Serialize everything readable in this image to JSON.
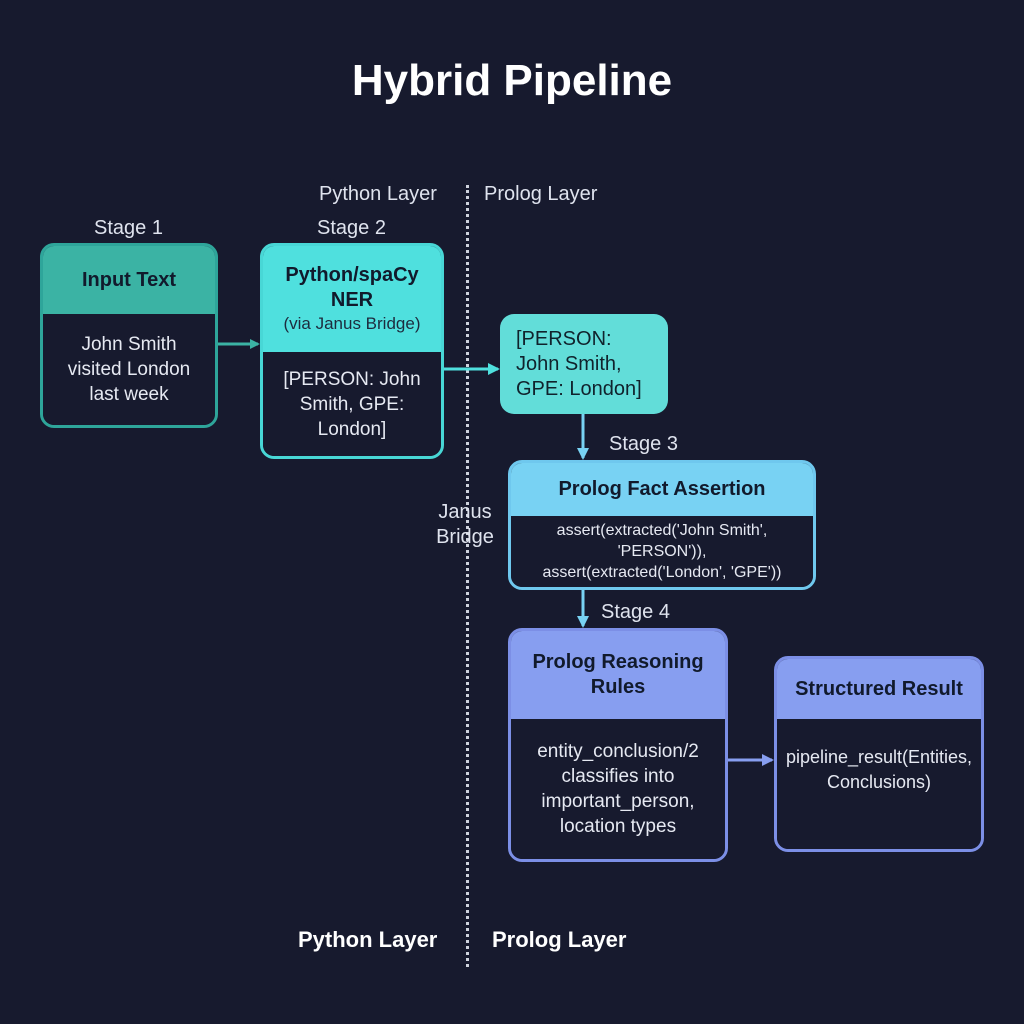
{
  "title": "Hybrid Pipeline",
  "top_labels": {
    "python_layer": "Python Layer",
    "prolog_layer": "Prolog Layer"
  },
  "bottom_labels": {
    "python_layer": "Python Layer",
    "prolog_layer": "Prolog Layer"
  },
  "bridge_label": "Janus\nBridge",
  "stages": {
    "stage1": "Stage 1",
    "stage2": "Stage 2",
    "stage3": "Stage 3",
    "stage4": "Stage 4"
  },
  "boxes": {
    "input_text": {
      "header": "Input Text",
      "body": "John Smith\nvisited London\nlast week"
    },
    "ner": {
      "header": "Python/spaCy\nNER",
      "subheader": "(via Janus Bridge)",
      "body": "[PERSON: John\nSmith, GPE:\nLondon]"
    },
    "entities_pill": {
      "body": "[PERSON:\n John Smith,\n GPE: London]"
    },
    "fact_assertion": {
      "header": "Prolog Fact Assertion",
      "body": "assert(extracted('John Smith', 'PERSON')),\nassert(extracted('London', 'GPE'))"
    },
    "reasoning_rules": {
      "header": "Prolog Reasoning\nRules",
      "body": "entity_conclusion/2\nclassifies into\nimportant_person,\nlocation types"
    },
    "structured_result": {
      "header": "Structured Result",
      "body": "pipeline_result(Entities,\nConclusions)"
    }
  },
  "colors": {
    "background": "#171a2e",
    "teal_dark": "#3bb3a4",
    "cyan": "#4fe0de",
    "sky": "#78d2f3",
    "periwinkle": "#879ef0"
  }
}
